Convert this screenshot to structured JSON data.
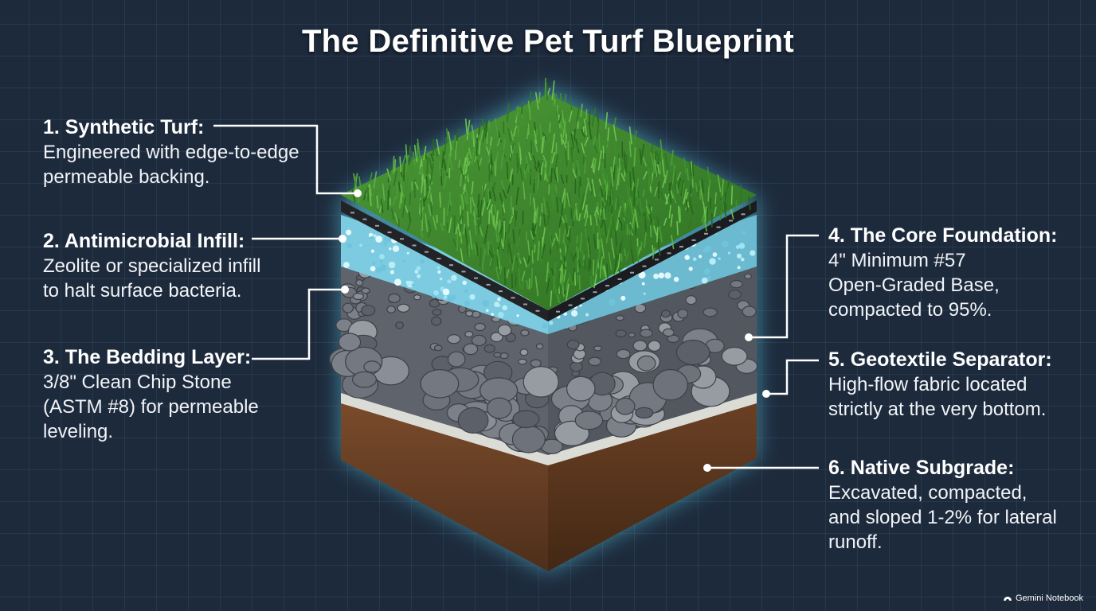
{
  "title": "The Definitive Pet Turf Blueprint",
  "colors": {
    "background": "#1d2a3c",
    "glow": "#5fd7f0",
    "grass": "#3c8a2e",
    "infill": "#8fdcf0",
    "stone": "#6b7079",
    "geotextile": "#dcdcd6",
    "soil": "#6b4227"
  },
  "callouts": [
    {
      "heading": "1. Synthetic Turf:",
      "body": "Engineered with edge-to-edge\npermeable backing."
    },
    {
      "heading": "2. Antimicrobial Infill:",
      "body": "Zeolite or specialized infill\nto halt surface bacteria."
    },
    {
      "heading": "3. The Bedding Layer:",
      "body": "3/8\" Clean Chip Stone\n(ASTM #8) for permeable\nleveling."
    },
    {
      "heading": "4. The Core Foundation:",
      "body": "4\" Minimum #57\nOpen-Graded Base,\ncompacted to 95%."
    },
    {
      "heading": "5. Geotextile Separator:",
      "body": "High-flow fabric located\nstrictly at the very bottom."
    },
    {
      "heading": "6. Native Subgrade:",
      "body": "Excavated, compacted,\nand sloped 1-2% for lateral\nrunoff."
    }
  ],
  "watermark": {
    "icon": "gemini-notebook-logo-icon",
    "text": "Gemini Notebook"
  }
}
